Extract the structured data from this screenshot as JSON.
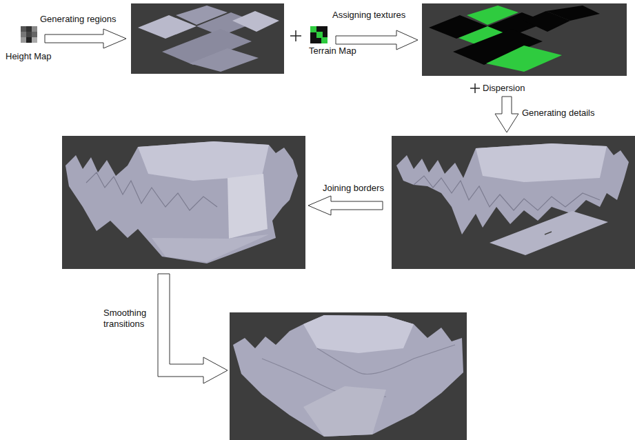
{
  "diagram": {
    "labels": [
      "Height Map",
      "Generating regions",
      "Terrain Map",
      "Assigning textures",
      "Dispersion",
      "Generating details",
      "Joining borders",
      "Smoothing transitions"
    ]
  }
}
